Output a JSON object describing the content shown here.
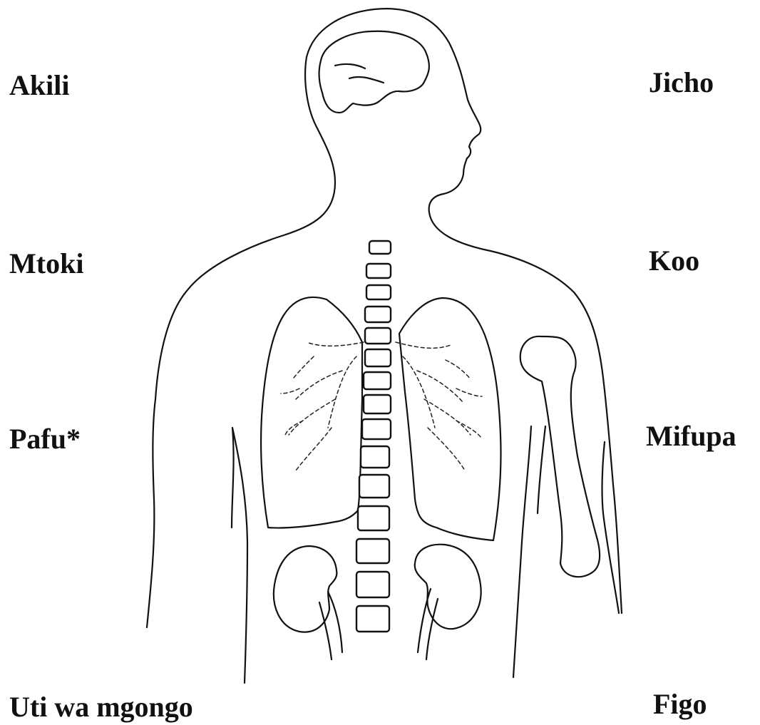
{
  "labels": {
    "akili": "Akili",
    "mtoki": "Mtoki",
    "pafu": "Pafu*",
    "uti_wa_mgongo": "Uti wa mgongo",
    "jicho": "Jicho",
    "koo": "Koo",
    "mifupa": "Mifupa",
    "figo": "Figo"
  },
  "colors": {
    "line": "#111111",
    "background": "#ffffff"
  }
}
